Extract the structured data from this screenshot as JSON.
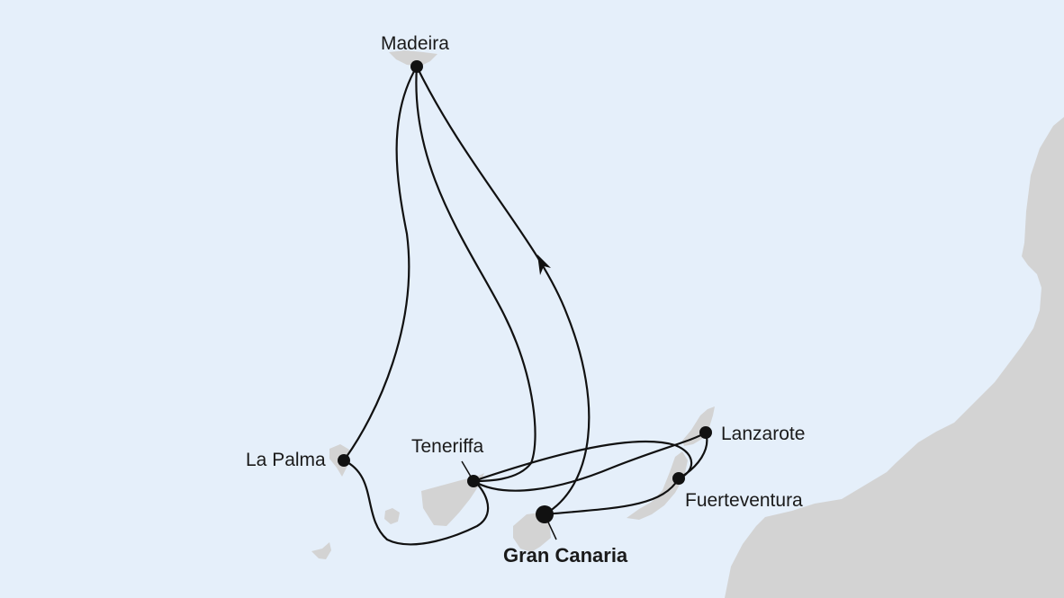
{
  "map": {
    "colors": {
      "sea": "#e5effa",
      "land": "#d3d3d3",
      "route": "#111111",
      "marker": "#111111"
    },
    "ports": [
      {
        "name": "Madeira",
        "bold": false
      },
      {
        "name": "La Palma",
        "bold": false
      },
      {
        "name": "Teneriffa",
        "bold": false
      },
      {
        "name": "Gran Canaria",
        "bold": true
      },
      {
        "name": "Lanzarote",
        "bold": false
      },
      {
        "name": "Fuerteventura",
        "bold": false
      }
    ],
    "start_port": "Gran Canaria",
    "direction_arrow": "arrow-icon"
  }
}
